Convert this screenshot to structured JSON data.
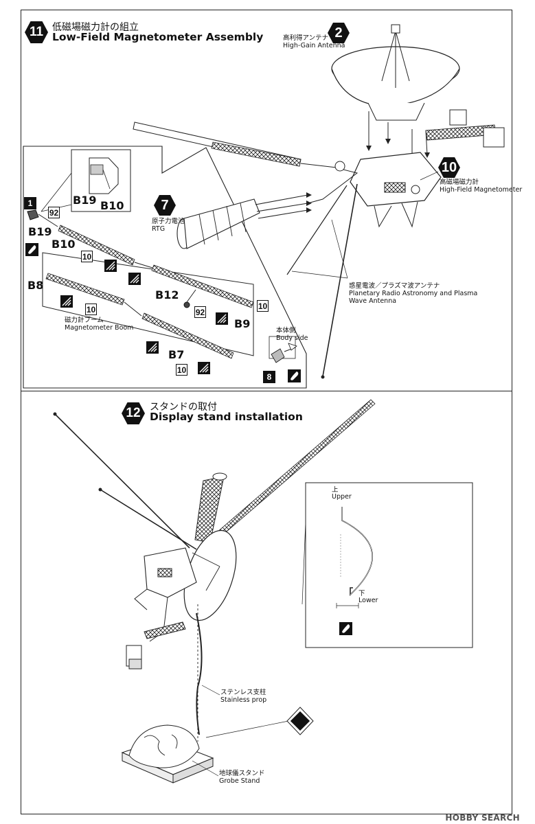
{
  "step11": {
    "number": "11",
    "title_jp": "低磁場磁力計の組立",
    "title_en": "Low-Field Magnetometer Assembly"
  },
  "step12": {
    "number": "12",
    "title_jp": "スタンドの取付",
    "title_en": "Display stand installation"
  },
  "refs": {
    "high_gain": {
      "number": "2",
      "jp": "高利得アンテナ",
      "en": "High-Gain Antenna"
    },
    "rtg": {
      "number": "7",
      "jp": "原子力電池",
      "en": "RTG"
    },
    "high_field": {
      "number": "10",
      "jp": "高磁場磁力計",
      "en": "High-Field Magnetometer"
    }
  },
  "antenna_label": {
    "jp": "惑星電波／プラズマ波アンテナ",
    "en1": "Planetary Radio Astronomy and Plasma",
    "en2": "Wave Antenna"
  },
  "boom_label": {
    "jp": "磁力計ブーム",
    "en": "Magnetometer Boom"
  },
  "body_side": {
    "jp": "本体側",
    "en": "Body side"
  },
  "detail_box": {
    "b19": "B19",
    "b10": "B10"
  },
  "parts": {
    "step1": "1",
    "b19": "B19",
    "b10": "B10",
    "b8": "B8",
    "b12": "B12",
    "b9": "B9",
    "b7": "B7",
    "step8": "8",
    "color92a": "92",
    "color92b": "92",
    "color10a": "10",
    "color10b": "10",
    "color10c": "10",
    "color10d": "10"
  },
  "stand": {
    "upper_jp": "上",
    "upper_en": "Upper",
    "lower_jp": "下",
    "lower_en": "Lower",
    "prop_jp": "ステンレス支柱",
    "prop_en": "Stainless prop",
    "globe_jp": "地球儀スタンド",
    "globe_en": "Grobe Stand"
  },
  "watermark": "HOBBY SEARCH"
}
